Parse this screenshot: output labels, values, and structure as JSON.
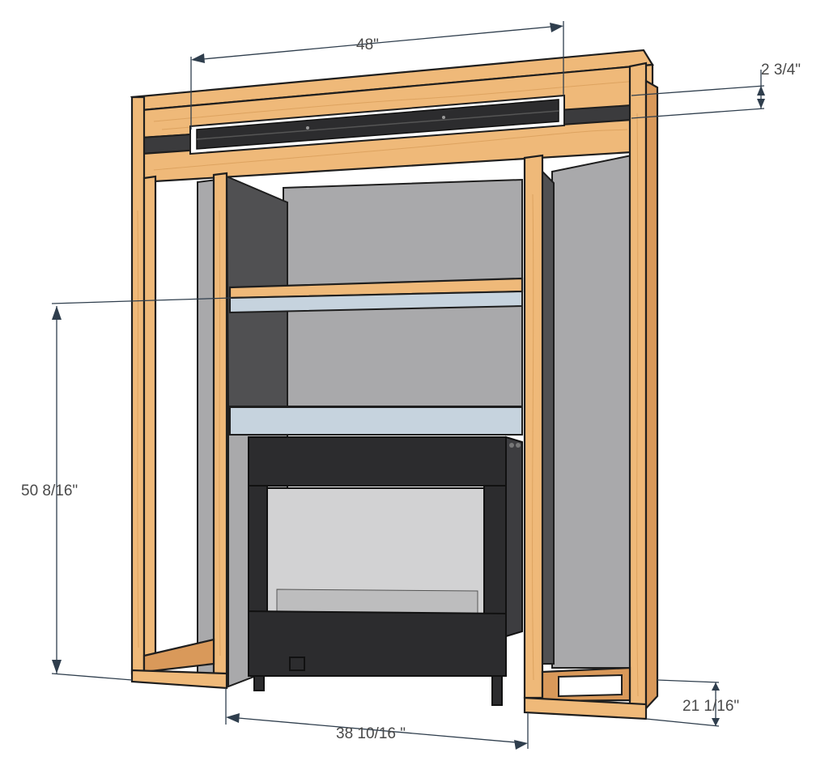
{
  "diagram": {
    "dimensions": {
      "width_top": "48\"",
      "vent_height": "2 3/4\"",
      "height_left": "50 8/16\"",
      "width_bottom": "38 10/16 \"",
      "base_height": "21 1/16\""
    },
    "colors": {
      "wood": "#efb979",
      "panel_gray": "#a9a9ab",
      "shelf_blue": "#c6d3de",
      "fireplace_black": "#2c2c2e",
      "dimension_line": "#2f3e4d"
    }
  }
}
